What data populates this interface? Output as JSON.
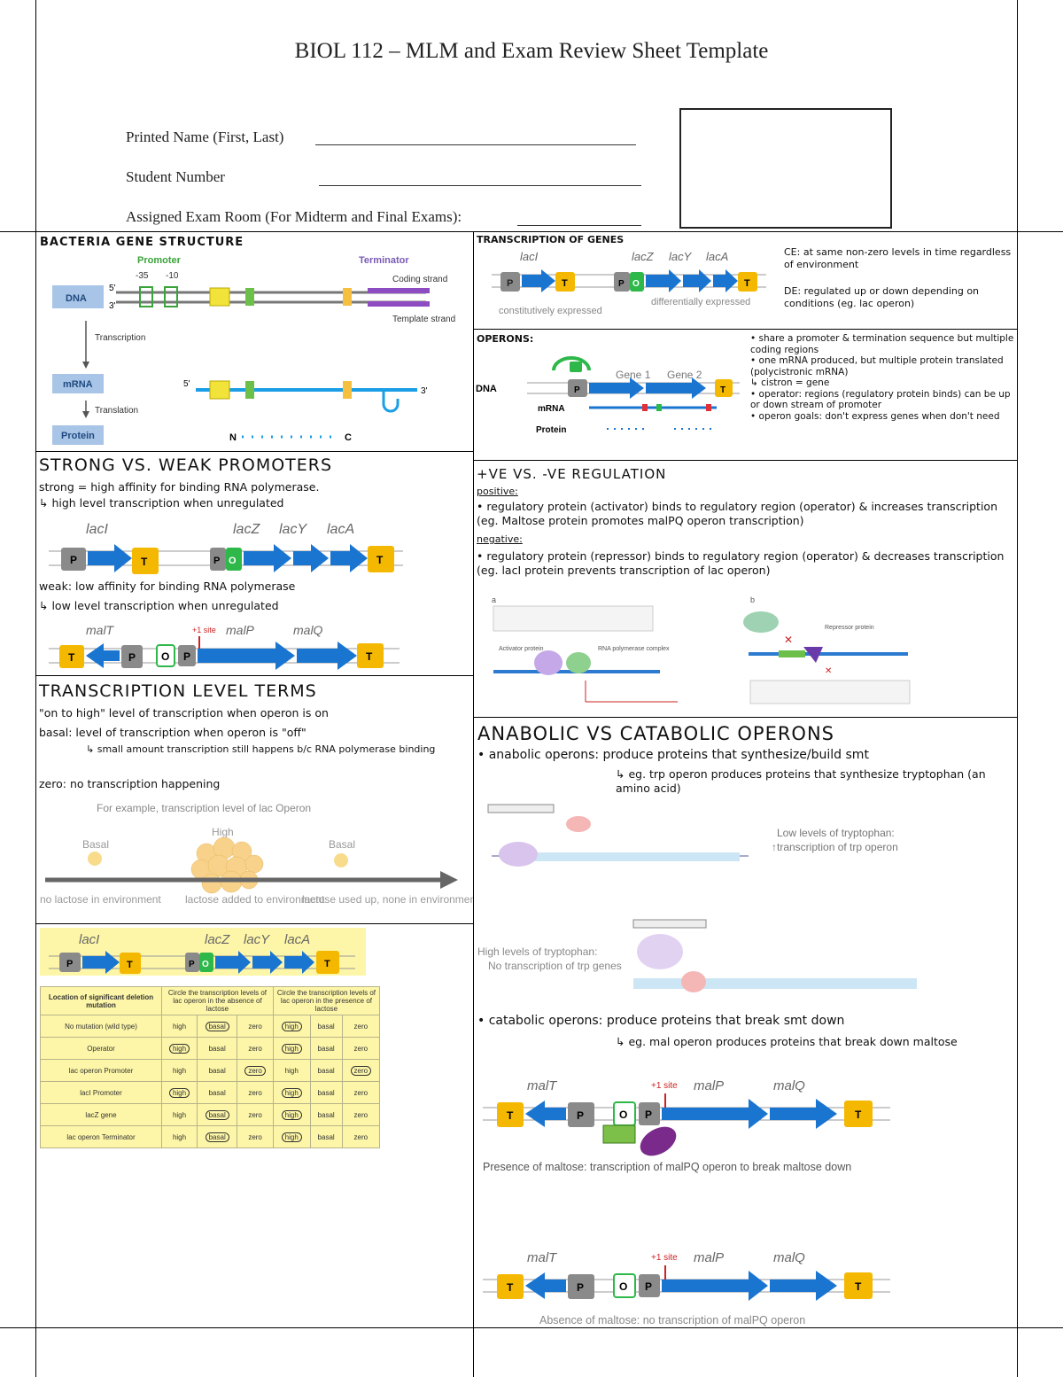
{
  "header": {
    "title": "BIOL 112 – MLM and Exam Review Sheet Template",
    "name_label": "Printed Name (First, Last)",
    "student_number_label": "Student Number",
    "exam_room_label": "Assigned Exam Room (For Midterm and Final Exams):"
  },
  "gene_structure": {
    "heading": "BACTERIA GENE STRUCTURE",
    "promoter": "Promoter",
    "terminator": "Terminator",
    "minus35": "-35",
    "minus10": "-10",
    "coding_strand": "Coding strand",
    "template_strand": "Template strand",
    "dna": "DNA",
    "mrna": "mRNA",
    "protein": "Protein",
    "transcription": "Transcription",
    "translation": "Translation",
    "five_prime": "5'",
    "three_prime": "3'",
    "n_term": "N",
    "c_term": "C"
  },
  "transcription_genes": {
    "heading": "TRANSCRIPTION OF GENES",
    "laci": "lacI",
    "lacz": "lacZ",
    "lacy": "lacY",
    "laca": "lacA",
    "constitutively": "constitutively expressed",
    "differentially": "differentially expressed",
    "note1": "CE: at same non-zero levels in time regardless of environment",
    "note2": "DE: regulated up or down depending on conditions (eg. lac operon)"
  },
  "operons": {
    "heading": "OPERONS:",
    "dna": "DNA",
    "mrna": "mRNA",
    "protein": "Protein",
    "gene1": "Gene 1",
    "gene2": "Gene 2",
    "notes": [
      "• share a promoter & termination sequence but multiple coding regions",
      "• one mRNA produced, but multiple protein translated (polycistronic mRNA)",
      "↳ cistron = gene",
      "• operator: regions (regulatory protein binds) can be up or down stream of promoter",
      "• operon goals: don't express genes when don't need"
    ]
  },
  "promoters": {
    "heading": "STRONG VS. WEAK PROMOTERS",
    "strong": "strong = high affinity for binding RNA polymerase.",
    "strong_sub": "↳ high level transcription when unregulated",
    "weak": "weak: low affinity for binding RNA polymerase",
    "weak_sub": "↳ low level transcription when unregulated",
    "laci": "lacI",
    "lacz": "lacZ",
    "lacy": "lacY",
    "laca": "lacA",
    "malt": "malT",
    "malp": "malP",
    "malq": "malQ",
    "site": "+1 site"
  },
  "regulation": {
    "heading": "+VE VS. -VE REGULATION",
    "positive": "positive:",
    "positive_text": "• regulatory protein (activator) binds to regulatory region (operator) & increases transcription (eg. Maltose protein promotes malPQ operon transcription)",
    "negative": "negative:",
    "negative_text": "• regulatory protein (repressor) binds to regulatory region (operator) & decreases transcription (eg. lacI protein prevents transcription of lac operon)",
    "activator": "Activator protein",
    "rna_polymerase": "RNA polymerase complex",
    "repressor": "Repressor protein",
    "label_a": "a",
    "label_b": "b"
  },
  "transcription_level": {
    "heading": "TRANSCRIPTION LEVEL TERMS",
    "line1": "\"on to high\" level of transcription when operon is on",
    "line2": "basal: level of transcription when operon is \"off\"",
    "line3": "↳ small amount transcription still happens b/c RNA polymerase binding",
    "line4": "zero: no transcription happening",
    "example_title": "For example, transcription level of lac Operon",
    "basal": "Basal",
    "high": "High",
    "cap1": "no lactose in environment",
    "cap2": "lactose added to environment",
    "cap3": "lactose used up, none in environment"
  },
  "mutation_table": {
    "laci": "lacI",
    "lacz": "lacZ",
    "lacy": "lacY",
    "laca": "lacA",
    "headers": [
      "Location of significant deletion mutation",
      "Circle the transcription levels of lac operon in the absence of lactose",
      "Circle the transcription levels of lac operon in the presence of lactose"
    ],
    "rows": [
      [
        "No mutation (wild type)",
        "high",
        "basal",
        "zero",
        "high",
        "basal",
        "zero"
      ],
      [
        "Operator",
        "high",
        "basal",
        "zero",
        "high",
        "basal",
        "zero"
      ],
      [
        "lac operon Promoter",
        "high",
        "basal",
        "zero",
        "high",
        "basal",
        "zero"
      ],
      [
        "lacI Promoter",
        "high",
        "basal",
        "zero",
        "high",
        "basal",
        "zero"
      ],
      [
        "lacZ gene",
        "high",
        "basal",
        "zero",
        "high",
        "basal",
        "zero"
      ],
      [
        "lac operon Terminator",
        "high",
        "basal",
        "zero",
        "high",
        "basal",
        "zero"
      ]
    ]
  },
  "anabolic": {
    "heading": "ANABOLIC VS CATABOLIC OPERONS",
    "anabolic_line": "• anabolic operons: produce proteins that synthesize/build smt",
    "anabolic_sub": "↳ eg. trp operon produces proteins that synthesize tryptophan (an amino acid)",
    "low_trp": "Low levels of tryptophan:",
    "low_trp_sub": "↑transcription of trp operon",
    "high_trp": "High levels of tryptophan:",
    "high_trp_sub": "No transcription of trp genes",
    "catabolic_line": "• catabolic operons: produce proteins that break smt down",
    "catabolic_sub": "↳ eg. mal operon produces proteins that break down maltose",
    "malt": "malT",
    "malp": "malP",
    "malq": "malQ",
    "site": "+1 site",
    "maltose_presence": "Presence of maltose: transcription of malPQ operon to break maltose down",
    "maltose_absence": "Absence of maltose: no transcription of malPQ operon"
  },
  "colors": {
    "blue": "#1a75d1",
    "yellow": "#f5b800",
    "gray_box": "#8a8a8a",
    "green": "#2eb84a",
    "highlight": "#fdf6a8"
  }
}
